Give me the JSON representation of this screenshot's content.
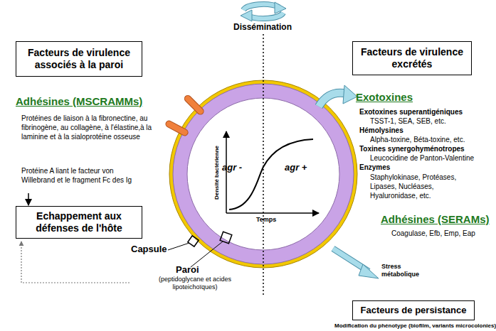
{
  "diagram": {
    "nodes": [
      {
        "text": [
          "Facteurs de virulence associés à la paroi"
        ]
      },
      {
        "text": [
          "Facteurs de virulence excrétés"
        ]
      },
      {
        "text": [
          "Echappement aux défenses de l'hôte"
        ]
      },
      {
        "text": [
          "Facteurs de persistance"
        ]
      }
    ],
    "labels": [
      "Dissémination",
      "Adhésines (MSCRAMMs)",
      "Protéines de liaison à la fibronectine, au fibrinogène, au collagène, à l'élastine,à la laminine et à la sialoprotéine osseuse",
      "Protéine A liant le facteur von Willebrand et le fragment Fc des Ig",
      "agr -",
      "agr +",
      "Densité bactérienne",
      "Temps",
      "Exotoxines",
      "Exotoxines superantigéniques",
      "TSST-1, SEA, SEB, etc.",
      "Hémolysines",
      "Alpha-toxine, Béta-toxine, etc.",
      "Toxines synergohyménotropes",
      "Leucocidine de Panton-Valentine",
      "Enzymes",
      "Staphylokinase, Protéases, Lipases, Nucléases, Hyaluronidase, etc.",
      "Adhésines (SERAMs)",
      "Coagulase, Efb, Emp, Eap",
      "Capsule",
      "Paroi",
      "(peptidoglycane et acides lipoteichoïques)",
      "Stress métabolique",
      "Modification du phénotype (biofilm, variants microcolonies)"
    ]
  }
}
